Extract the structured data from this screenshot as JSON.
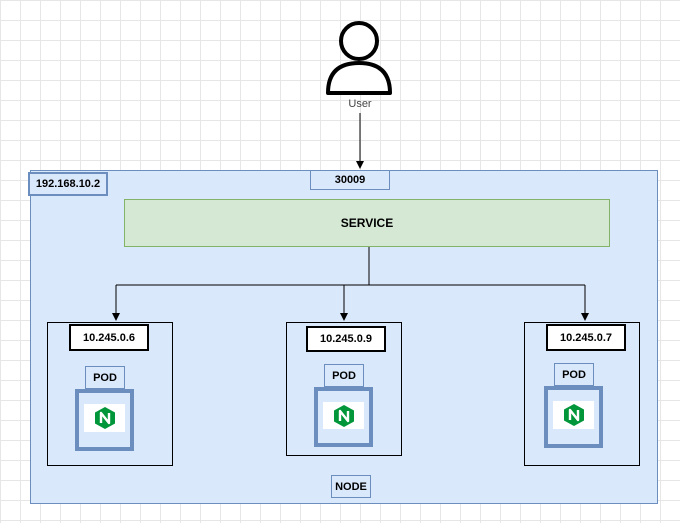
{
  "user": {
    "label": "User",
    "icon": "user-icon"
  },
  "node": {
    "ip": "192.168.10.2",
    "port": "30009",
    "label": "NODE"
  },
  "service": {
    "label": "SERVICE"
  },
  "pods": [
    {
      "ip": "10.245.0.6",
      "tag": "POD",
      "icon": "nginx-icon"
    },
    {
      "ip": "10.245.0.9",
      "tag": "POD",
      "icon": "nginx-icon"
    },
    {
      "ip": "10.245.0.7",
      "tag": "POD",
      "icon": "nginx-icon"
    }
  ],
  "colors": {
    "node_fill": "#dae8fc",
    "node_stroke": "#6c8ebf",
    "service_fill": "#d5e8d4",
    "service_stroke": "#82b366",
    "nginx_green": "#009639"
  }
}
